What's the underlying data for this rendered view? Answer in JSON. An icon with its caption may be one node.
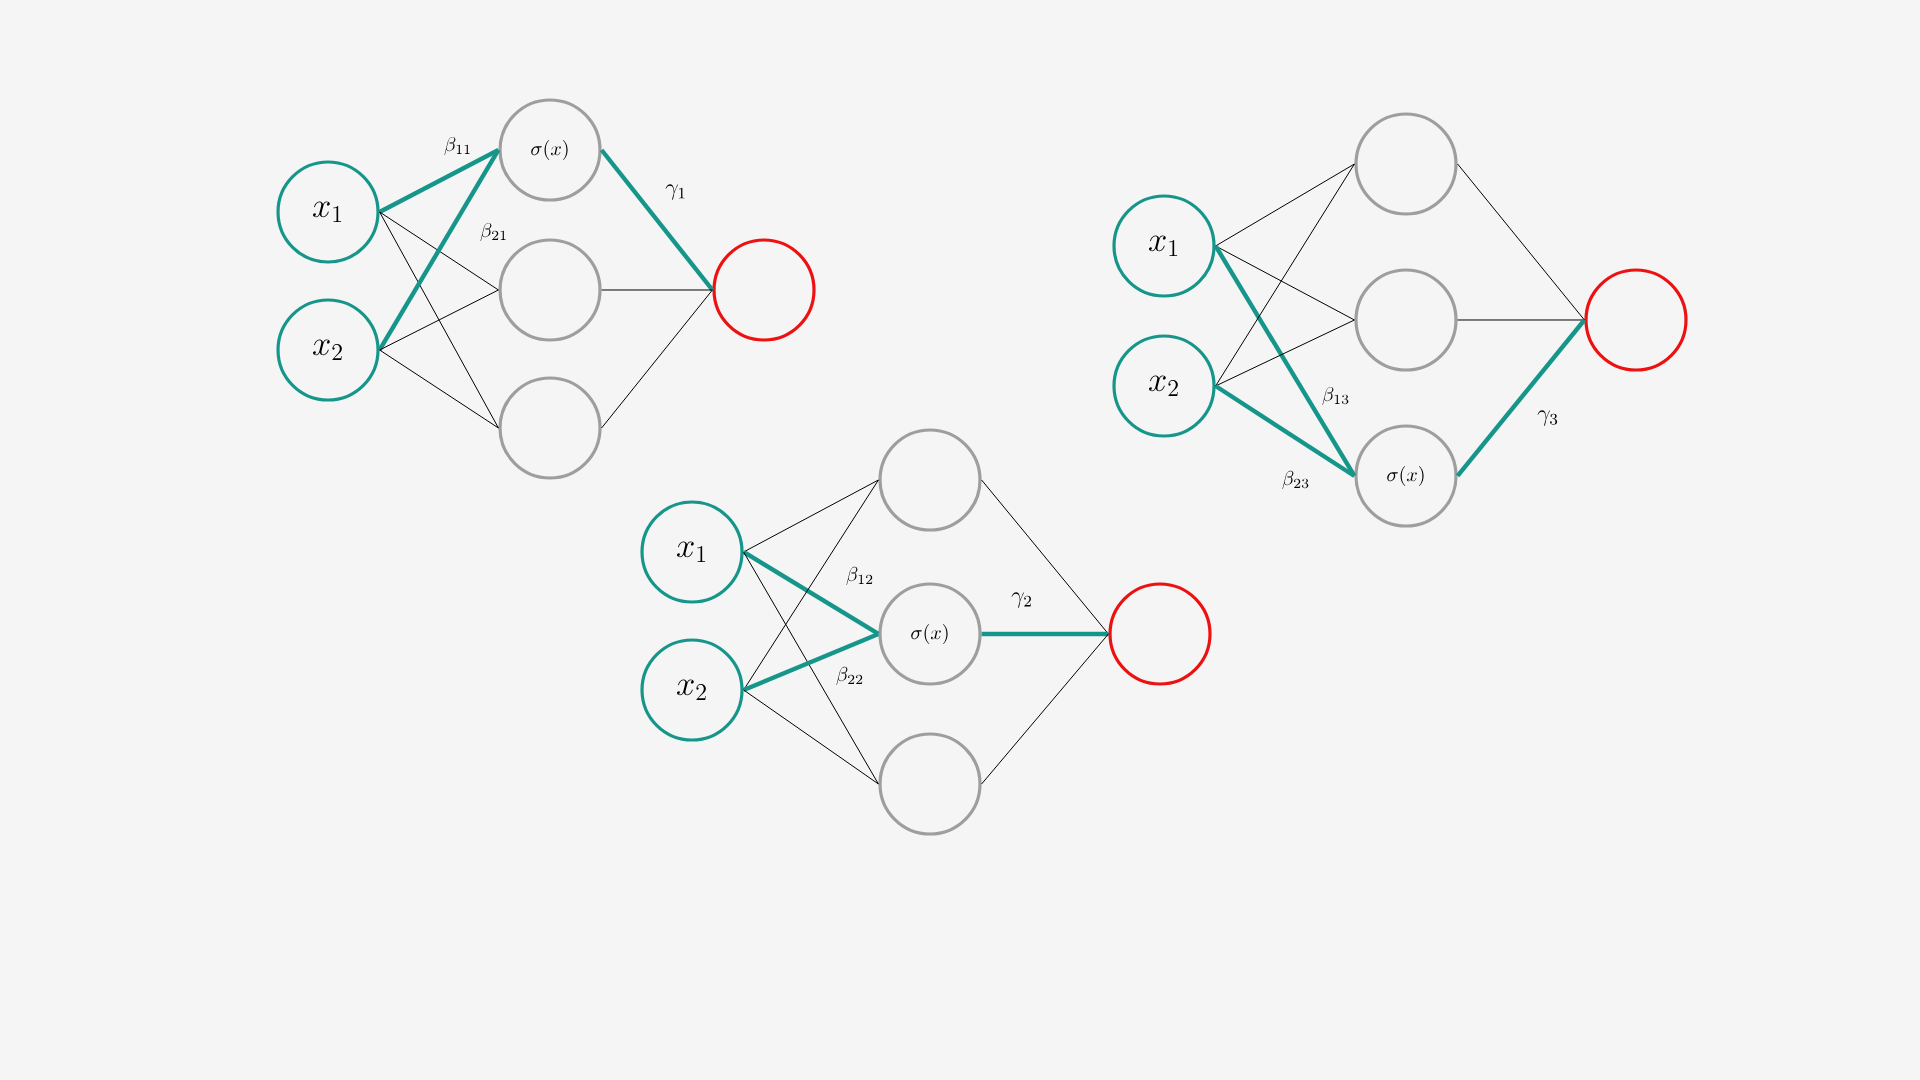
{
  "diagram": {
    "nodes": [
      {
        "text": [
          "x_1"
        ]
      },
      {
        "text": [
          "x_2"
        ]
      },
      {
        "text": [
          "\\sigma(x)"
        ]
      },
      {
        "text": [],
        "shape": "circle"
      },
      {
        "text": [],
        "shape": "circle"
      },
      {
        "text": [],
        "shape": "circle"
      },
      {
        "text": [
          "x_1"
        ]
      },
      {
        "text": [
          "x_2"
        ]
      },
      {
        "text": [],
        "shape": "circle"
      },
      {
        "text": [
          "\\sigma(x)"
        ]
      },
      {
        "text": [],
        "shape": "circle"
      },
      {
        "text": [],
        "shape": "circle"
      },
      {
        "text": [
          "x_1"
        ]
      },
      {
        "text": [
          "x_2"
        ]
      },
      {
        "text": [],
        "shape": "circle"
      },
      {
        "text": [],
        "shape": "circle"
      },
      {
        "text": [
          "\\sigma(x)"
        ]
      },
      {
        "text": [],
        "shape": "circle"
      }
    ],
    "edges": [
      {
        "from": 0,
        "to": 2,
        "arrow": "none",
        "label": "\\beta_{11}",
        "style": "thick",
        "color": "#16968a"
      },
      {
        "from": 0,
        "to": 3,
        "arrow": "none"
      },
      {
        "from": 0,
        "to": 4,
        "arrow": "none"
      },
      {
        "from": 1,
        "to": 2,
        "arrow": "none",
        "label": "\\beta_{21}",
        "style": "thick",
        "color": "#16968a"
      },
      {
        "from": 1,
        "to": 3,
        "arrow": "none"
      },
      {
        "from": 1,
        "to": 4,
        "arrow": "none"
      },
      {
        "from": 2,
        "to": 5,
        "arrow": "none",
        "label": "\\gamma_1",
        "style": "thick",
        "color": "#16968a"
      },
      {
        "from": 3,
        "to": 5,
        "arrow": "none"
      },
      {
        "from": 4,
        "to": 5,
        "arrow": "none"
      },
      {
        "from": 6,
        "to": 8,
        "arrow": "none"
      },
      {
        "from": 6,
        "to": 9,
        "arrow": "none",
        "label": "\\beta_{12}",
        "style": "thick",
        "color": "#16968a"
      },
      {
        "from": 6,
        "to": 10,
        "arrow": "none"
      },
      {
        "from": 7,
        "to": 8,
        "arrow": "none"
      },
      {
        "from": 7,
        "to": 9,
        "arrow": "none",
        "label": "\\beta_{22}",
        "style": "thick",
        "color": "#16968a"
      },
      {
        "from": 7,
        "to": 10,
        "arrow": "none"
      },
      {
        "from": 8,
        "to": 11,
        "arrow": "none"
      },
      {
        "from": 9,
        "to": 11,
        "arrow": "none",
        "label": "\\gamma_2",
        "style": "thick",
        "color": "#16968a"
      },
      {
        "from": 10,
        "to": 11,
        "arrow": "none"
      },
      {
        "from": 12,
        "to": 14,
        "arrow": "none"
      },
      {
        "from": 12,
        "to": 15,
        "arrow": "none"
      },
      {
        "from": 12,
        "to": 16,
        "arrow": "none",
        "label": "\\beta_{13}",
        "style": "thick",
        "color": "#16968a"
      },
      {
        "from": 13,
        "to": 14,
        "arrow": "none"
      },
      {
        "from": 13,
        "to": 15,
        "arrow": "none"
      },
      {
        "from": 13,
        "to": 16,
        "arrow": "none",
        "label": "\\beta_{23}",
        "style": "thick",
        "color": "#16968a"
      },
      {
        "from": 14,
        "to": 17,
        "arrow": "none"
      },
      {
        "from": 15,
        "to": 17,
        "arrow": "none"
      },
      {
        "from": 16,
        "to": 17,
        "arrow": "none",
        "label": "\\gamma_3",
        "style": "thick",
        "color": "#16968a"
      }
    ]
  }
}
